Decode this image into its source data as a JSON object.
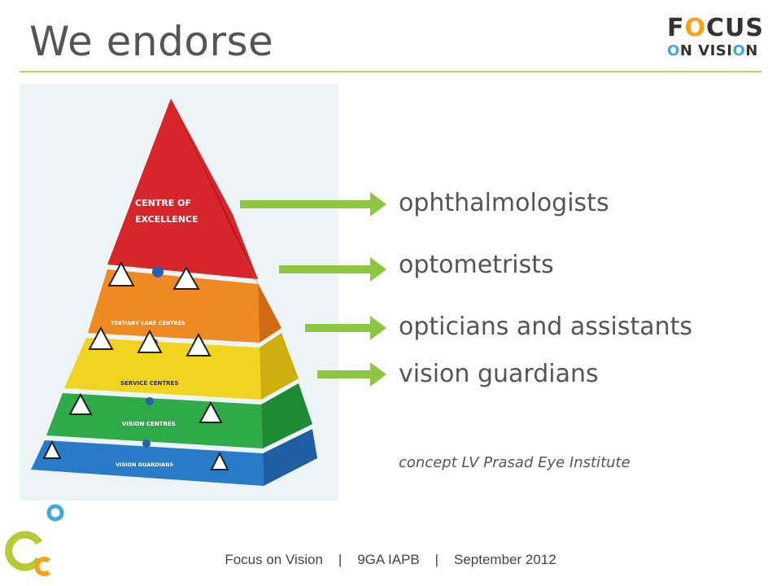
{
  "slide": {
    "title": "We endorse"
  },
  "logo": {
    "line1_a": "F",
    "line1_o": "O",
    "line1_b": "CUS",
    "line2_a": "",
    "line2_o": "O",
    "line2_b": "N VISI",
    "line2_o2": "O",
    "line2_c": "N",
    "colors": {
      "orange": "#f4a21d",
      "blue": "#3dabd9",
      "dark": "#333333"
    }
  },
  "pyramid": {
    "tiers": [
      {
        "label_line1": "CENTRE OF",
        "label_line2": "EXCELLENCE",
        "color": "#d7262b"
      },
      {
        "label_line1": "TERTIARY CARE CENTRES",
        "label_line2": "",
        "color": "#ef8a23"
      },
      {
        "label_line1": "SERVICE CENTRES",
        "label_line2": "",
        "color": "#f1d41f"
      },
      {
        "label_line1": "VISION CENTRES",
        "label_line2": "",
        "color": "#2faa48"
      },
      {
        "label_line1": "VISION GUARDIANS",
        "label_line2": "",
        "color": "#2a7bc7"
      }
    ]
  },
  "levels": [
    {
      "label": "ophthalmologists"
    },
    {
      "label": "optometrists"
    },
    {
      "label": "opticians and assistants"
    },
    {
      "label": "vision guardians"
    }
  ],
  "arrow_color": "#8dc63f",
  "credit": "concept LV Prasad Eye Institute",
  "footer": {
    "org": "Focus on Vision",
    "event": "9GA IAPB",
    "date": "September 2012",
    "separator": "|"
  }
}
